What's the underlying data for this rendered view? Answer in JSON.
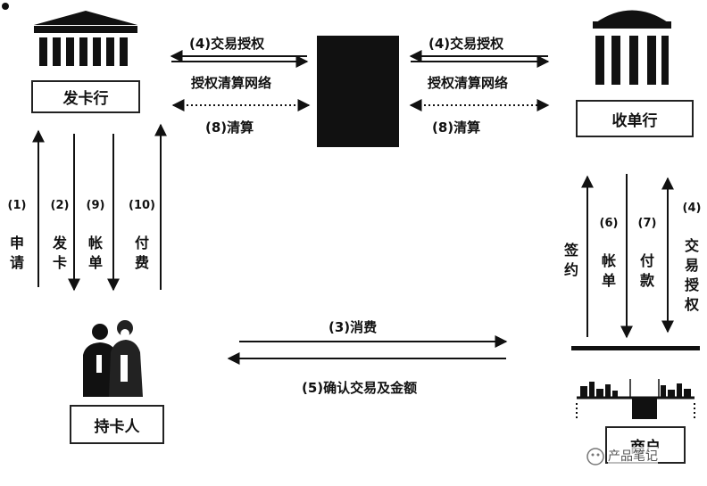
{
  "nodes": {
    "issuer": "发卡行",
    "acquirer": "收单行",
    "cardholder": "持卡人",
    "merchant": "商户"
  },
  "top_links": {
    "left_auth": "(4)交易授权",
    "left_network": "授权清算网络",
    "left_clear": "(8)清算",
    "right_auth": "(4)交易授权",
    "right_network": "授权清算网络",
    "right_clear": "(8)清算"
  },
  "left_vertical": {
    "n1": "(1)",
    "t1": "申\n请",
    "n2": "(2)",
    "t2": "发\n卡",
    "n9": "(9)",
    "t9": "帐\n单",
    "n10": "(10)",
    "t10": "付\n费"
  },
  "right_vertical": {
    "t_sign": "签\n约",
    "n6": "(6)",
    "t6": "帐\n单",
    "n7": "(7)",
    "t7": "付\n款",
    "n4": "(4)",
    "t4": "交\n易\n授\n权"
  },
  "bottom_links": {
    "consume": "(3)消费",
    "confirm": "(5)确认交易及金额"
  },
  "watermark": "产品笔记"
}
